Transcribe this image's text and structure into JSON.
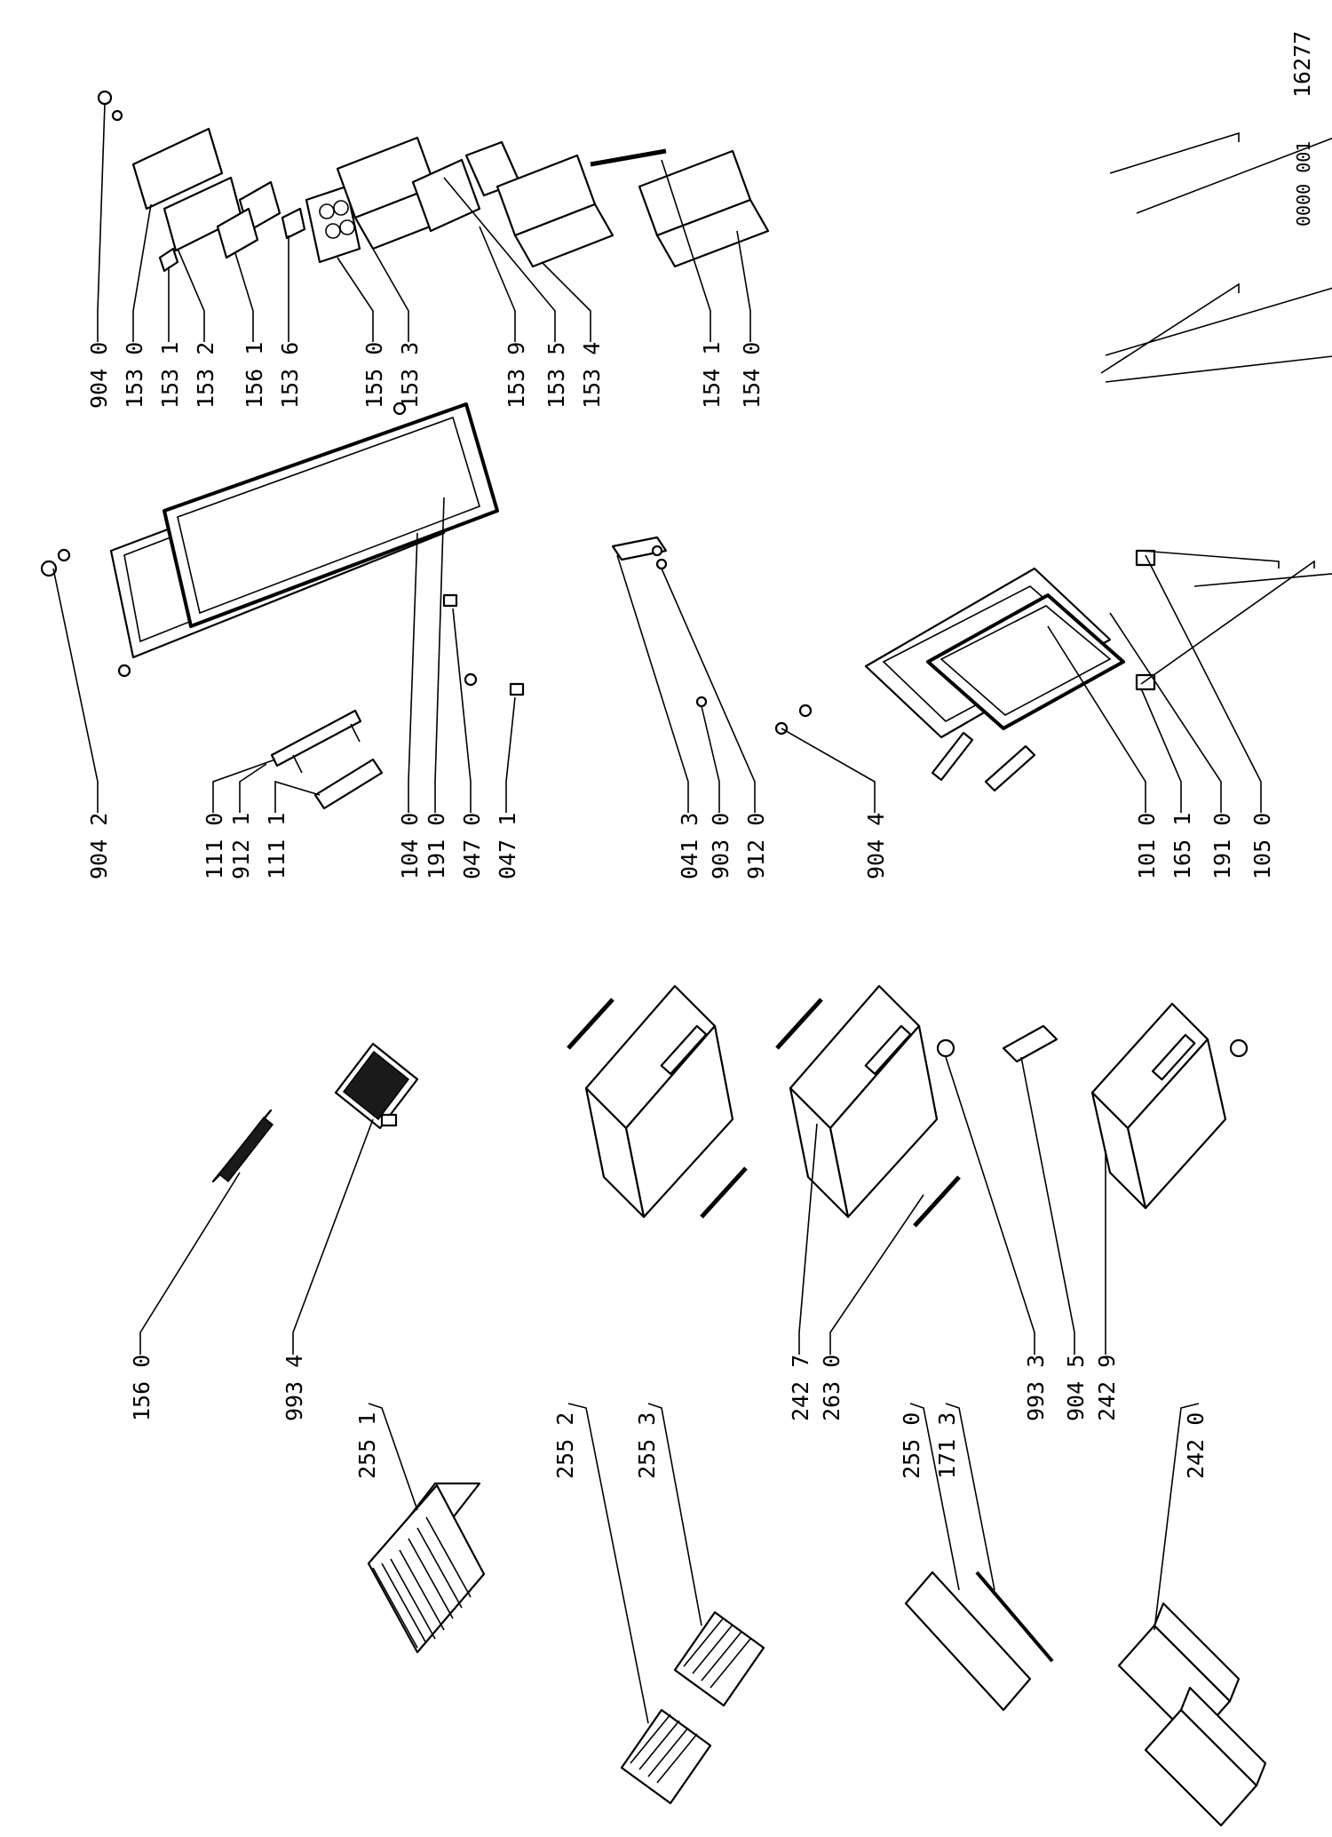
{
  "document": {
    "doc_number": "16277",
    "code": "0000 001"
  },
  "labels": {
    "l_156_0": "156 0",
    "l_993_4": "993 4",
    "l_255_1": "255 1",
    "l_255_2": "255 2",
    "l_255_3": "255 3",
    "l_242_7": "242 7",
    "l_263_0": "263 0",
    "l_255_0": "255 0",
    "l_171_3": "171 3",
    "l_993_3": "993 3",
    "l_904_5": "904 5",
    "l_242_9": "242 9",
    "l_242_0": "242 0",
    "l_904_2": "904 2",
    "l_111_0": "111 0",
    "l_912_1": "912 1",
    "l_111_1": "111 1",
    "l_104_0": "104 0",
    "l_191_0a": "191 0",
    "l_047_0": "047 0",
    "l_047_1": "047 1",
    "l_041_3": "041 3",
    "l_903_0": "903 0",
    "l_912_0": "912 0",
    "l_904_4": "904 4",
    "l_101_0": "101 0",
    "l_165_1": "165 1",
    "l_191_0b": "191 0",
    "l_105_0": "105 0",
    "l_904_0": "904 0",
    "l_153_0": "153 0",
    "l_153_1": "153 1",
    "l_153_2": "153 2",
    "l_156_1": "156 1",
    "l_153_6": "153 6",
    "l_155_0": "155 0",
    "l_153_3": "153 3",
    "l_153_9": "153 9",
    "l_153_5": "153 5",
    "l_153_4": "153 4",
    "l_154_1": "154 1",
    "l_154_0": "154 0"
  }
}
